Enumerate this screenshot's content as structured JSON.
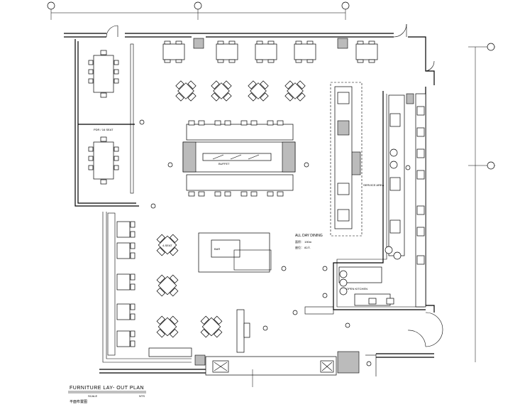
{
  "grid_bubbles": {
    "top": [
      "",
      "",
      ""
    ],
    "right": [
      "",
      "",
      ""
    ]
  },
  "labels": {
    "all_day_dining": "ALL DAY DINING",
    "area_line": "面积： 190m",
    "seats_line": "座位： 82人",
    "service": "SERVICE AREA",
    "open_kitchen": "OPEN KITCHEN",
    "pdr": "PDR / 16 SEAT",
    "table4": "4-SEAT",
    "buffet": "BUFFET",
    "bar": "BAR"
  },
  "title": {
    "main": "FURNITURE  LAY-  OUT   PLAN",
    "scale_label": "SCALE",
    "scale_value": "NTS",
    "subtitle": "平面布置图"
  }
}
